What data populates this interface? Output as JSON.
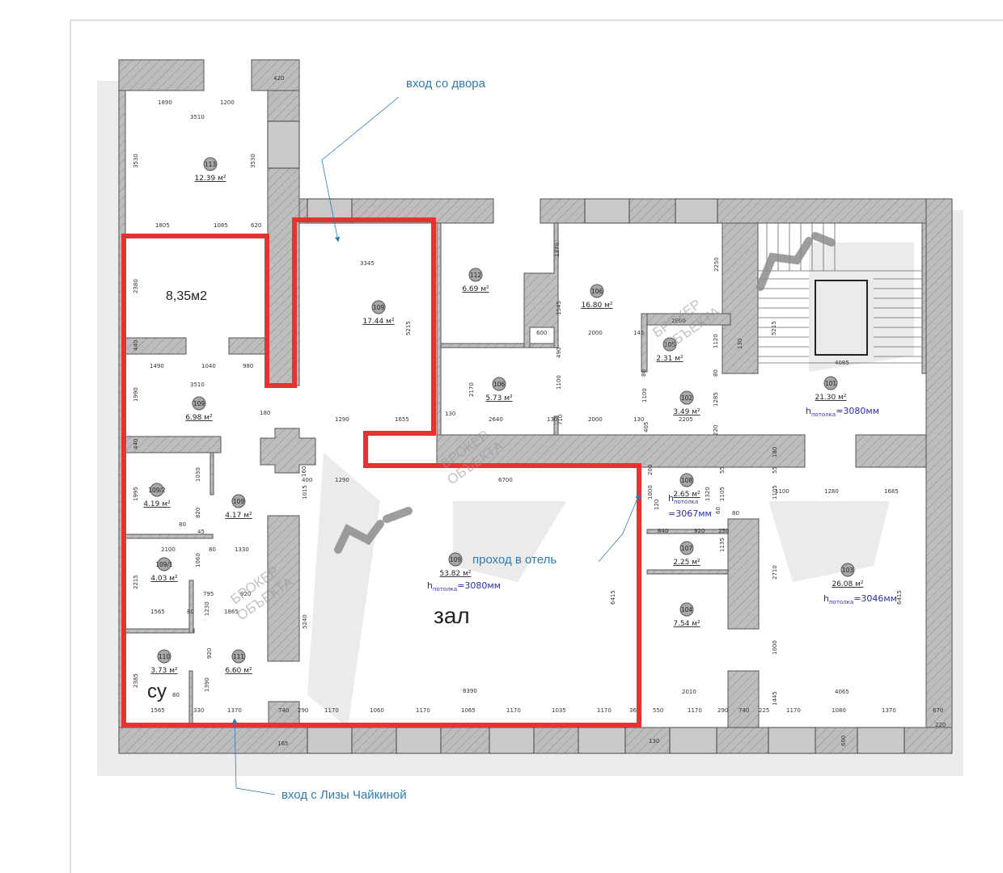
{
  "annotations": {
    "courtyard_entrance": "вход со двора",
    "hotel_passage": "проход  в отель",
    "street_entrance": "вход с Лизы Чайкиной",
    "hall": "зал",
    "room_area_note": "8,35м2",
    "wc": "су"
  },
  "watermark": [
    "БРОКЕР",
    "ОБЪЕКТА"
  ],
  "colors": {
    "outline": "#e53232",
    "wall": "#b9b9b9",
    "annotation": "#2f7ab5",
    "ceiling": "#2b2fb0"
  },
  "rooms": [
    {
      "number": "113",
      "area": "12.39 м²"
    },
    {
      "number": "109",
      "area": "17.44 м²"
    },
    {
      "number": "112",
      "area": "6.69 м²"
    },
    {
      "number": "106",
      "area": "16.80 м²"
    },
    {
      "number": "105",
      "area": "2.31 м²"
    },
    {
      "number": "106",
      "area": "5.73 м²"
    },
    {
      "number": "102",
      "area": "3.49 м²"
    },
    {
      "number": "101",
      "area": "21.30 м²"
    },
    {
      "number": "109",
      "area": "6.98 м²"
    },
    {
      "number": "109/2",
      "area": "4.19 м²"
    },
    {
      "number": "109",
      "area": "4.17 м²"
    },
    {
      "number": "109/1",
      "area": "4.03 м²"
    },
    {
      "number": "110",
      "area": "3.73 м²"
    },
    {
      "number": "111",
      "area": "6.60 м²"
    },
    {
      "number": "109",
      "area": "53.82 м²"
    },
    {
      "number": "108",
      "area": "2.65 м²"
    },
    {
      "number": "107",
      "area": "2.25 м²"
    },
    {
      "number": "104",
      "area": "7.54 м²"
    },
    {
      "number": "103",
      "area": "26.08 м²"
    }
  ],
  "ceilings": [
    {
      "h": "h",
      "sub": "потолка",
      "value": "=3080мм"
    },
    {
      "h": "h",
      "sub": "потолка",
      "value": "=3080мм"
    },
    {
      "h": "h",
      "sub": "потолка",
      "value": "=3046мм"
    },
    {
      "h": "h",
      "sub": "потолка",
      "value": "=3067мм"
    }
  ],
  "dimensions": [
    "420",
    "1890",
    "1200",
    "3510",
    "3530",
    "3530",
    "1805",
    "1085",
    "620",
    "2380",
    "440",
    "1490",
    "1040",
    "980",
    "3510",
    "1990",
    "180",
    "440",
    "1030",
    "1995",
    "820",
    "80",
    "45",
    "2100",
    "80",
    "1330",
    "1060",
    "2215",
    "795",
    "920",
    "1565",
    "80",
    "1230",
    "1865",
    "2385",
    "920",
    "1390",
    "80",
    "1565",
    "330",
    "1370",
    "740",
    "165",
    "1015",
    "400",
    "160",
    "5240",
    "1290",
    "6700",
    "6415",
    "8390",
    "290",
    "1170",
    "1060",
    "1170",
    "1065",
    "1170",
    "1035",
    "1170",
    "36",
    "3345",
    "5215",
    "1290",
    "1655",
    "1370",
    "1545",
    "600",
    "2000",
    "145",
    "490",
    "2000",
    "1120",
    "2250",
    "130",
    "1100",
    "2170",
    "130",
    "2640",
    "130",
    "710",
    "2000",
    "130",
    "1100",
    "405",
    "1285",
    "2205",
    "220",
    "80",
    "80",
    "5215",
    "4085",
    "180",
    "55",
    "55",
    "200",
    "1000",
    "120",
    "1320",
    "1105",
    "60",
    "80",
    "840",
    "920",
    "250",
    "1135",
    "1100",
    "1105",
    "1280",
    "1685",
    "2710",
    "1000",
    "1445",
    "6415",
    "2010",
    "4065",
    "550",
    "1170",
    "290",
    "740",
    "225",
    "1170",
    "1080",
    "1370",
    "670",
    "220",
    "130",
    "600"
  ]
}
